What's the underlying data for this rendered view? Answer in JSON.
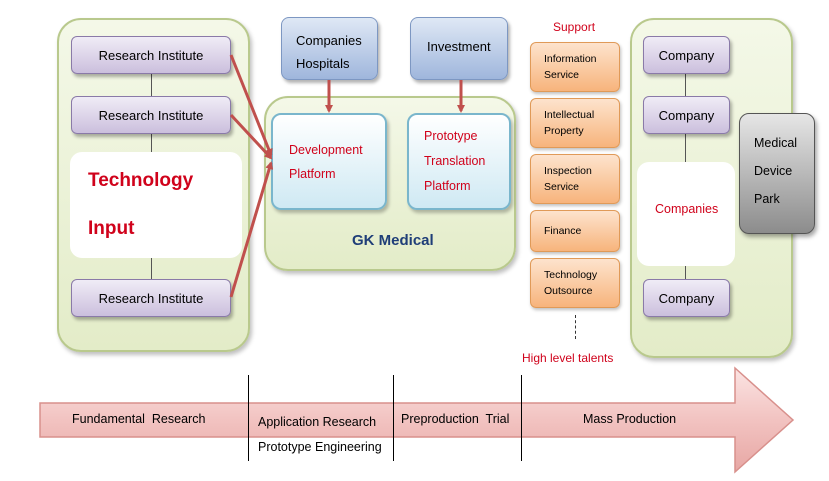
{
  "colors": {
    "accent_red": "#d0021b",
    "arrow_red": "#c0504d",
    "panel_green": "#e3ecc8",
    "box_purple": "#cbbfdd",
    "box_blue": "#9fb6dc",
    "box_orange": "#f7b47c",
    "box_gray": "#7f7f7f"
  },
  "left": {
    "research_institutes": [
      "Research Institute",
      "Research Institute",
      "Research Institute"
    ],
    "tech_input_line1": "Technology",
    "tech_input_line2": "Input"
  },
  "top": {
    "companies_line1": "Companies",
    "companies_line2": "Hospitals",
    "investment": "Investment"
  },
  "middle": {
    "dev_line1": "Development",
    "dev_line2": "Platform",
    "proto_line1": "Prototype",
    "proto_line2": "Translation",
    "proto_line3": "Platform",
    "gk_label": "GK Medical"
  },
  "support": {
    "title": "Support",
    "items": [
      {
        "line1": "Information",
        "line2": "Service"
      },
      {
        "line1": "Intellectual",
        "line2": "Property"
      },
      {
        "line1": "Inspection",
        "line2": "Service"
      },
      {
        "line1": "Finance",
        "line2": ""
      },
      {
        "line1": "Technology",
        "line2": "Outsource"
      }
    ],
    "talents": "High level talents"
  },
  "right": {
    "companies": [
      "Company",
      "Company",
      "Company"
    ],
    "companies_label": "Companies",
    "park_line1": "Medical",
    "park_line2": "Device",
    "park_line3": "Park"
  },
  "stages": {
    "fundamental": "Fundamental  Research",
    "application": "Application Research",
    "prototype_eng": "Prototype Engineering",
    "preproduction": "Preproduction  Trial",
    "mass": "Mass Production"
  }
}
